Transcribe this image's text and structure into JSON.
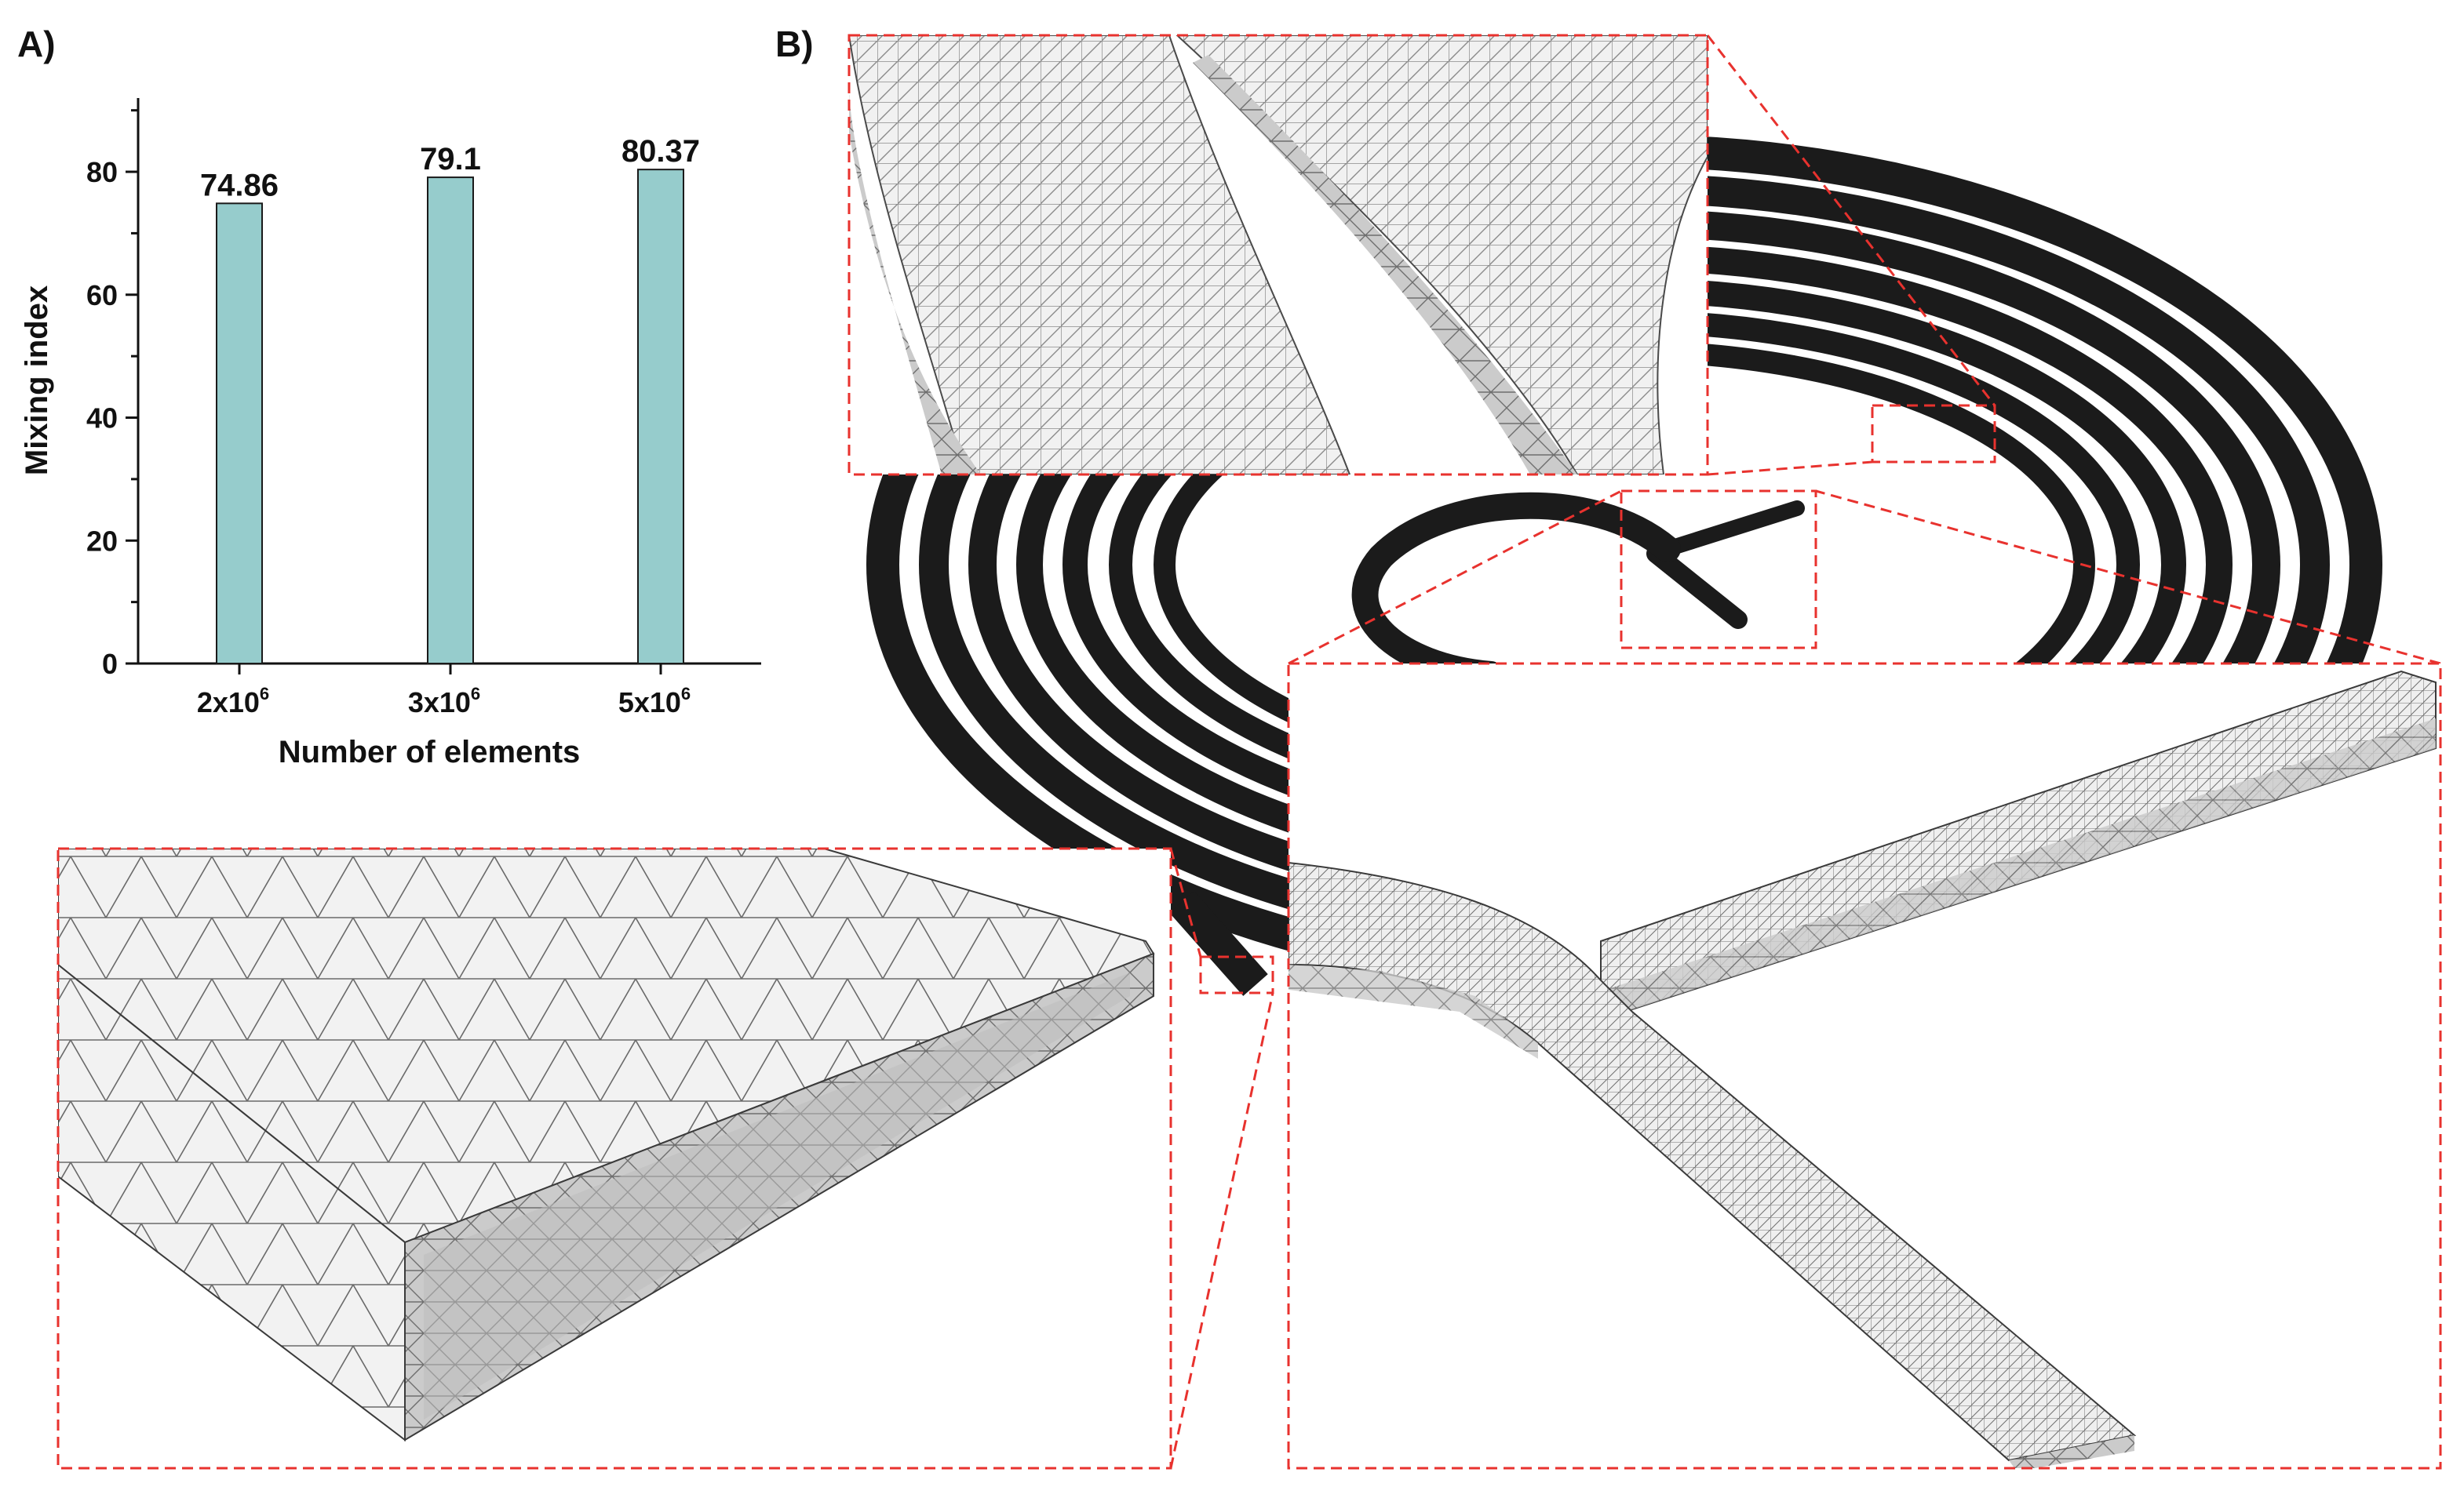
{
  "panels": {
    "a_label": "A)",
    "b_label": "B)"
  },
  "chart_data": {
    "type": "bar",
    "title": "",
    "xlabel": "Number of elements",
    "ylabel": "Mixing index",
    "categories": [
      "2x10",
      "3x10",
      "5x10"
    ],
    "category_exponent": "6",
    "values": [
      74.86,
      79.1,
      80.37
    ],
    "data_labels": [
      "74.86",
      "79.1",
      "80.37"
    ],
    "ylim": [
      0,
      92
    ],
    "yticks": [
      0,
      20,
      40,
      60,
      80
    ],
    "ytick_labels": [
      "0",
      "20",
      "40",
      "60",
      "80"
    ],
    "grid": false,
    "bar_color": "#96cccc",
    "bar_edge_color": "#1a1a1a"
  },
  "colors": {
    "channel": "#1b1b1b",
    "zoom_box": "#e8322e",
    "mesh_face": "#f1f1f1",
    "mesh_side": "#c9c9c9",
    "mesh_line": "#5a5a5a"
  }
}
